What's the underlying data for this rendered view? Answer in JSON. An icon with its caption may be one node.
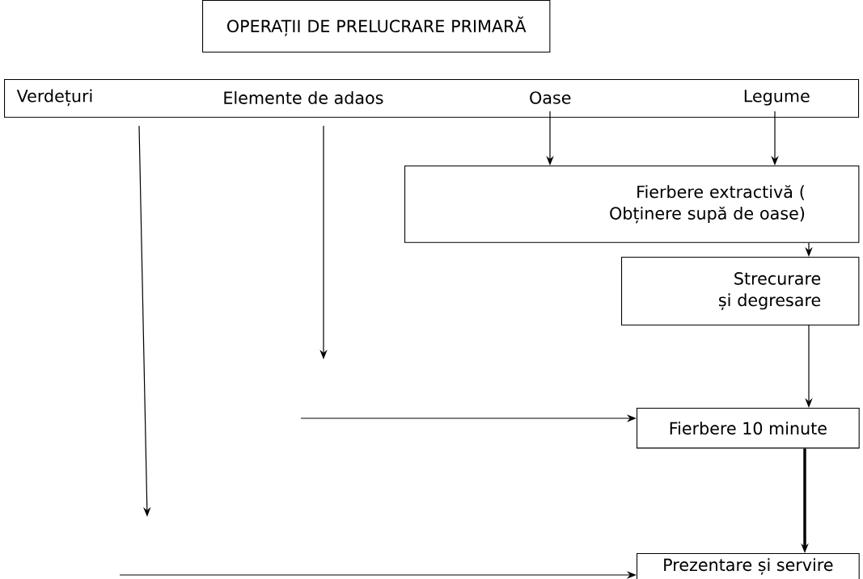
{
  "diagram": {
    "nodes": [
      {
        "text": [
          "OPERAȚII DE PRELUCRARE PRIMARĂ"
        ]
      },
      {
        "text": [],
        "shape": "box"
      },
      {
        "text": [
          "Verdețuri"
        ],
        "in": 1
      },
      {
        "text": [
          "Elemente de adaos"
        ],
        "in": 1
      },
      {
        "text": [
          "Oase"
        ],
        "in": 1
      },
      {
        "text": [
          "Legume"
        ],
        "in": 1
      },
      {
        "text": [
          "Fierbere extractivă ( Obținere supă de oase)"
        ]
      },
      {
        "text": [
          "Strecurare și degresare"
        ]
      },
      {
        "text": [
          "Fierbere 10 minute"
        ]
      },
      {
        "text": [
          "Prezentare și servire"
        ]
      }
    ],
    "edges": [
      {
        "from": 2,
        "to": null,
        "arrow": "to"
      },
      {
        "from": 3,
        "to": null,
        "arrow": "to"
      },
      {
        "from": 4,
        "to": 6,
        "arrow": "to"
      },
      {
        "from": 5,
        "to": 6,
        "arrow": "to"
      },
      {
        "from": 6,
        "to": 7,
        "arrow": "to"
      },
      {
        "from": 7,
        "to": 8,
        "arrow": "to"
      },
      {
        "from": null,
        "to": 8,
        "arrow": "to"
      },
      {
        "from": 8,
        "to": 9,
        "arrow": "to",
        "style": "thick"
      },
      {
        "from": null,
        "to": 9,
        "arrow": "to"
      }
    ]
  }
}
